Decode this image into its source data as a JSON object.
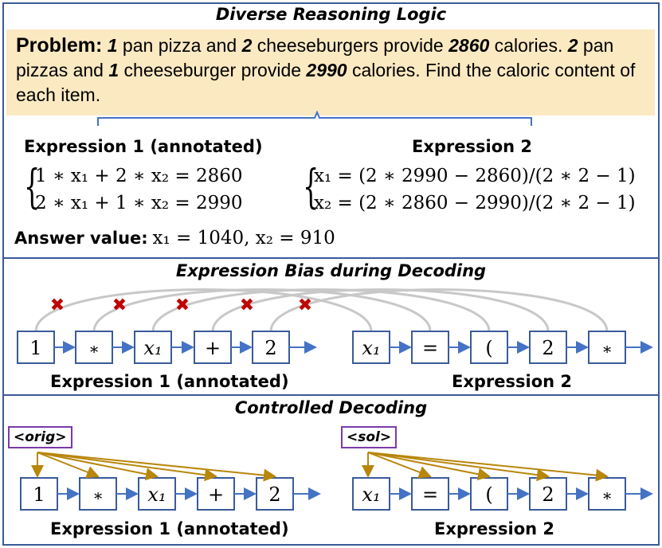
{
  "section1": {
    "title": "Diverse Reasoning Logic",
    "problem": {
      "label": "Problem:",
      "n1": "1",
      "t1": " pan pizza and ",
      "n2": "2",
      "t2": " cheeseburgers provide ",
      "n3": "2860",
      "t3": " calories. ",
      "n4": "2",
      "t4": " pan pizzas and ",
      "n5": "1",
      "t5": " cheeseburger provide ",
      "n6": "2990",
      "t6": " calories. Find the caloric content of each item."
    },
    "expr1_label": "Expression 1 (annotated)",
    "expr1_lines": [
      "1 ∗ x₁ + 2 ∗ x₂ = 2860",
      "2 ∗ x₁ + 1 ∗ x₂ = 2990"
    ],
    "expr2_label": "Expression 2",
    "expr2_lines": [
      "x₁ = (2 ∗ 2990 − 2860)/(2 ∗ 2 − 1)",
      "x₂ = (2 ∗ 2860 − 2990)/(2 ∗ 2 − 1)"
    ],
    "answer_label": "Answer value:",
    "answer_value": "x₁ = 1040, x₂ = 910"
  },
  "section2": {
    "title": "Expression Bias during Decoding",
    "expr1_tokens": [
      "1",
      "∗",
      "x₁",
      "+",
      "2"
    ],
    "expr2_tokens": [
      "x₁",
      "=",
      "(",
      "2",
      "∗"
    ],
    "expr1_label": "Expression 1 (annotated)",
    "expr2_label": "Expression 2",
    "cross_mark": "✖"
  },
  "section3": {
    "title": "Controlled Decoding",
    "orig_tag": "<orig>",
    "sol_tag": "<sol>",
    "expr1_tokens": [
      "1",
      "∗",
      "x₁",
      "+",
      "2"
    ],
    "expr2_tokens": [
      "x₁",
      "=",
      "(",
      "2",
      "∗"
    ],
    "expr1_label": "Expression 1 (annotated)",
    "expr2_label": "Expression 2"
  },
  "colors": {
    "frame": "#3a5a9a",
    "arrow": "#4472c4",
    "problem_bg": "#fbe9c2",
    "cross": "#c00000",
    "bias_arc": "#c8c8c8",
    "control_arrow": "#b8860b",
    "tag_border": "#7b3aa8"
  }
}
